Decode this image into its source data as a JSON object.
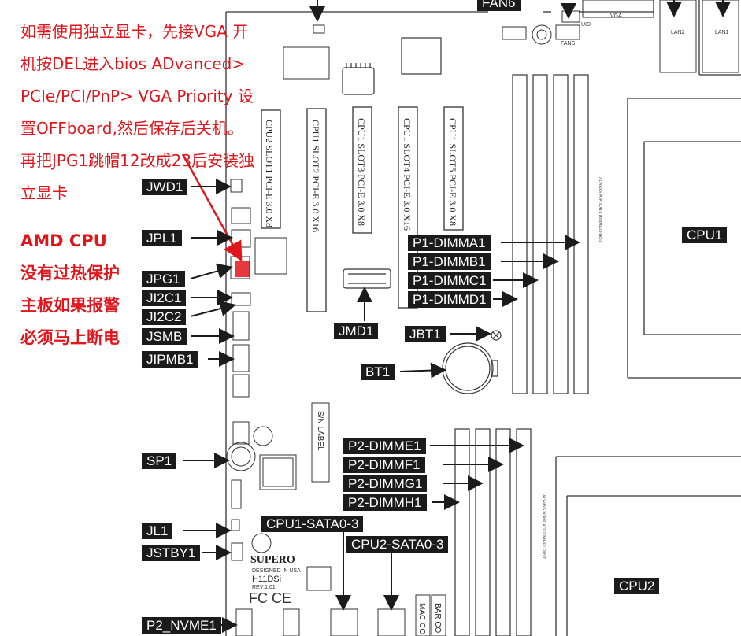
{
  "note": {
    "lines": [
      "如需使用独立显卡，先接VGA 开",
      "机按DEL进入bios ADvanced>",
      "PCIe/PCI/PnP> VGA Priority 设",
      "置OFFboard,然后保存后关机。",
      "再把JPG1跳帽12改成23后安装独",
      "立显卡"
    ]
  },
  "warning": {
    "lines": [
      "AMD CPU",
      "没有过热保护",
      "主板如果报警",
      "必须马上断电"
    ]
  },
  "labels": {
    "fan6": "FAN6",
    "jwd1": "JWD1",
    "jpl1": "JPL1",
    "jpg1": "JPG1",
    "ji2c1": "JI2C1",
    "ji2c2": "JI2C2",
    "jsmb": "JSMB",
    "jipmb1": "JIPMB1",
    "sp1": "SP1",
    "jl1": "JL1",
    "jstby1": "JSTBY1",
    "p2_nvme1": "P2_NVME1",
    "cpu1": "CPU1",
    "cpu2": "CPU2",
    "p1_dimma1": "P1-DIMMA1",
    "p1_dimmb1": "P1-DIMMB1",
    "p1_dimmc1": "P1-DIMMC1",
    "p1_dimmd1": "P1-DIMMD1",
    "jmd1": "JMD1",
    "jbt1": "JBT1",
    "bt1": "BT1",
    "p2_dimme1": "P2-DIMME1",
    "p2_dimmf1": "P2-DIMMF1",
    "p2_dimmg1": "P2-DIMMG1",
    "p2_dimmh1": "P2-DIMMH1",
    "cpu1_sata": "CPU1-SATA0-3",
    "cpu2_sata": "CPU2-SATA0-3"
  },
  "slots": {
    "slot1": "CPU2 SLOT1 PCI-E 3.0 X8",
    "slot2": "CPU1 SLOT2 PCI-E 3.0 X16",
    "slot3": "CPU1 SLOT3 PCI-E 3.0 X8",
    "slot4": "CPU1 SLOT4 PCI-E 3.0 X16",
    "slot5": "CPU1 SLOT5 PCI-E 3.0 X8"
  },
  "board": {
    "vga": "VGA",
    "lan2": "LAN2",
    "lan1": "LAN1",
    "sn_label": "S/N LABEL",
    "brand": "SUPERO",
    "designed": "DESIGNED IN USA",
    "model": "H11DSi",
    "rev": "REV:1.01",
    "fc_ce": "FC CE",
    "mac": "MAC CO",
    "bar": "BAR CO",
    "fans": "FANS",
    "uid": "UID",
    "dimm_note": "ALWAYS POPULATE DIMMA1 FIRST",
    "dimm_note2": "ALWAYS POPULATE DIMME1 FIRST"
  },
  "colors": {
    "annotation_red": "#e0161c",
    "label_bg": "#1b1b1b",
    "label_text": "#ffffff"
  }
}
